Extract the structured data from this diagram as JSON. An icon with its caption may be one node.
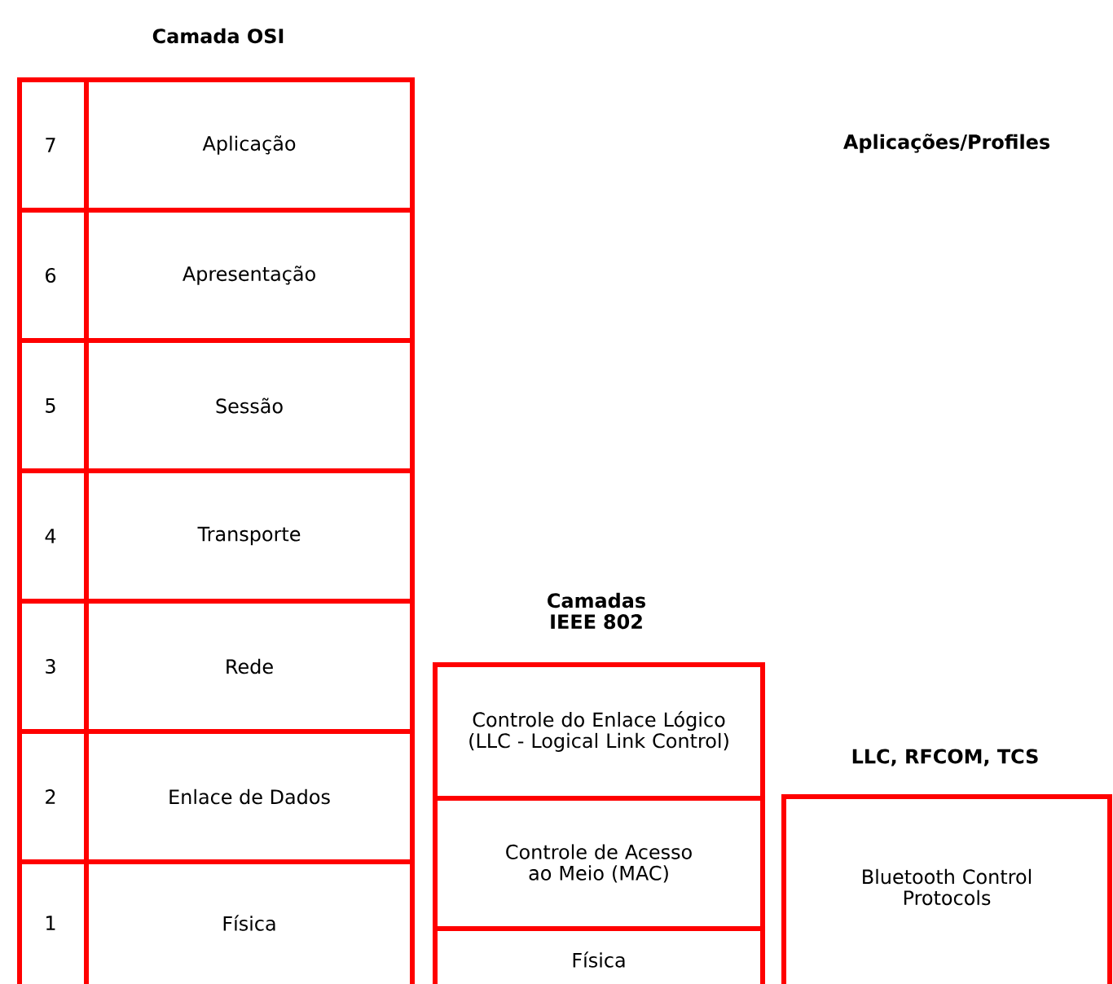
{
  "diagram": {
    "nodes": [
      {
        "text": [
          "7",
          "Aplicação"
        ]
      },
      {
        "text": [
          "6",
          "Apresentação"
        ]
      },
      {
        "text": [
          "5",
          "Sessão"
        ]
      },
      {
        "text": [
          "4",
          "Transporte"
        ]
      },
      {
        "text": [
          "3",
          "Rede"
        ]
      },
      {
        "text": [
          "2",
          "Enlace de Dados"
        ]
      },
      {
        "text": [
          "1",
          "Física"
        ]
      },
      {
        "text": [
          "Controle do Enlace Lógico (LLC - Logical Link Control)"
        ]
      },
      {
        "text": [
          "Controle de Acesso ao Meio (MAC)"
        ]
      },
      {
        "text": [
          "Física"
        ]
      },
      {
        "text": [
          "Bluetooth Control Protocols"
        ]
      }
    ],
    "labels": [
      "Camada OSI",
      "Aplicações/Profiles",
      "Camadas IEEE 802",
      "LLC, RFCOM, TCS"
    ]
  }
}
